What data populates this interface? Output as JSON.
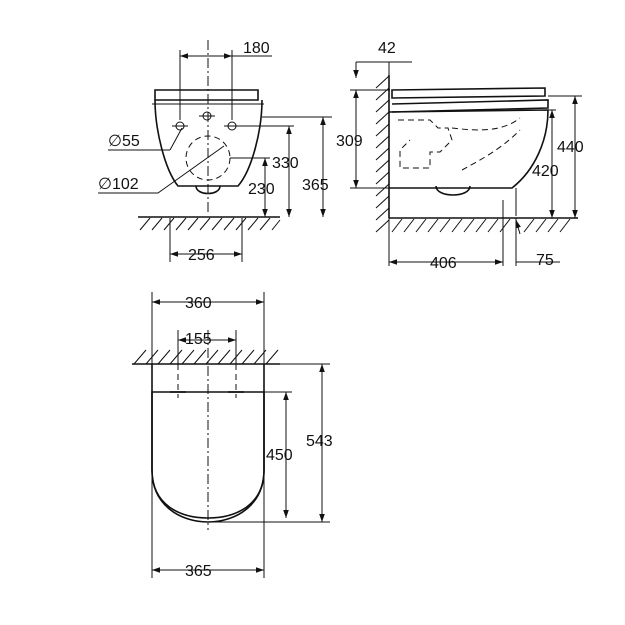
{
  "front_view": {
    "dim_top": "180",
    "dim_hole_diameter": "∅55",
    "dim_outlet_diameter": "∅102",
    "dim_outer_height": "365",
    "dim_upper_bolt_height": "330",
    "dim_lower_outlet_height": "230",
    "dim_bottom_width": "256"
  },
  "side_view": {
    "dim_wall_offset": "42",
    "dim_rim_to_outlet": "309",
    "dim_total_height": "440",
    "dim_rim_height": "420",
    "dim_depth_to_outlet": "406",
    "dim_outlet_offset": "75"
  },
  "top_view": {
    "dim_outer_width": "360",
    "dim_bolt_spacing": "155",
    "dim_total_length": "543",
    "dim_seat_length": "450",
    "dim_bottom_width": "365"
  }
}
